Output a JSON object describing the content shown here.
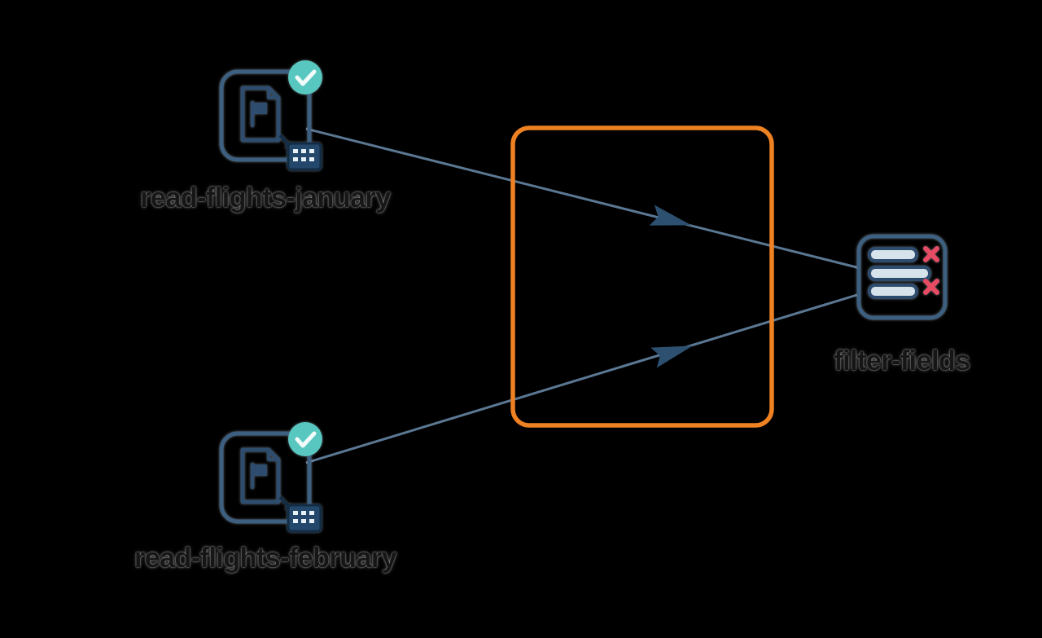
{
  "diagram": {
    "background": "#000000",
    "nodes": [
      {
        "id": "read-flights-january",
        "label": "read-flights-january",
        "icon": "file-input-icon",
        "status": "success-check"
      },
      {
        "id": "read-flights-february",
        "label": "read-flights-february",
        "icon": "file-input-icon",
        "status": "success-check"
      },
      {
        "id": "filter-fields",
        "label": "filter-fields",
        "icon": "filter-fields-icon",
        "status": ""
      }
    ],
    "edges": [
      {
        "from": "read-flights-january",
        "to": "filter-fields"
      },
      {
        "from": "read-flights-february",
        "to": "filter-fields"
      }
    ],
    "colors": {
      "edge": "#5b7893",
      "arrow": "#2e5070",
      "icon_outline": "#3d5f80",
      "icon_glyph": "#2e4d6e",
      "check_circle": "#57c7c0",
      "check_mark": "#f2fbfa",
      "grid_fill": "#24486b",
      "grid_edge": "#122c45",
      "row_fill": "#d7e3ea",
      "error_x": "#e54b63",
      "highlight_box": "#ee8122",
      "label_text": "#161616"
    }
  }
}
